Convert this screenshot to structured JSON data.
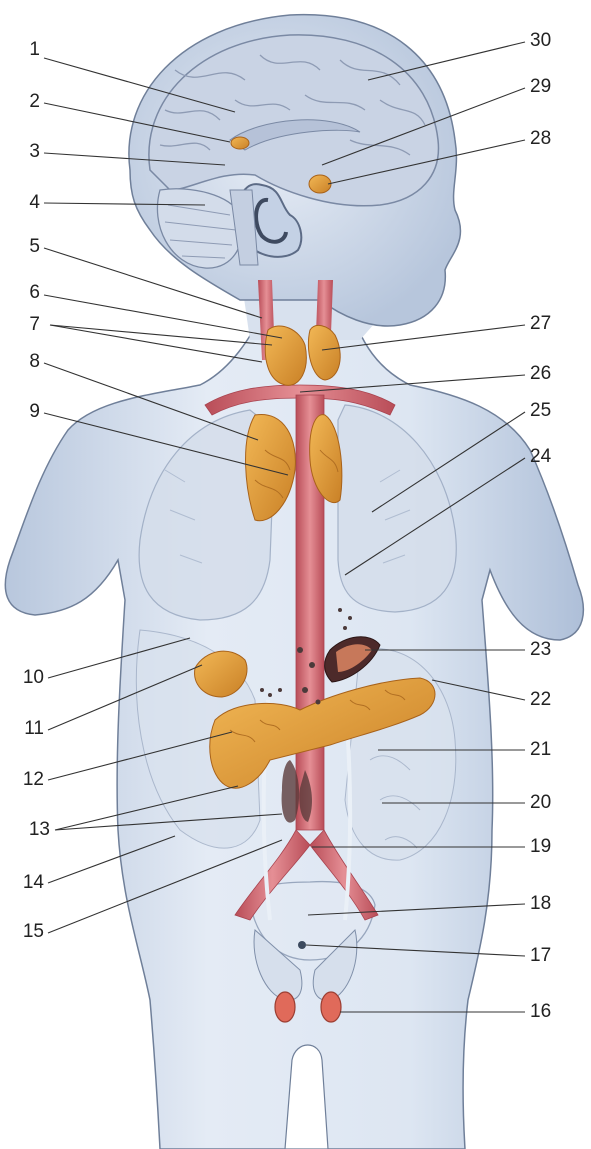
{
  "figure": {
    "left_labels": [
      "1",
      "2",
      "3",
      "4",
      "5",
      "6",
      "7",
      "8",
      "9",
      "10",
      "11",
      "12",
      "13",
      "14",
      "15"
    ],
    "right_labels": [
      "30",
      "29",
      "28",
      "27",
      "26",
      "25",
      "24",
      "23",
      "22",
      "21",
      "20",
      "19",
      "18",
      "17",
      "16"
    ]
  },
  "colors": {
    "skin": "#dfe7f3",
    "skin_shadow": "#b9c8de",
    "outline": "#6f7f99",
    "brain": "#c9d3e4",
    "gland": "#e8a23a",
    "gland_dark": "#b86f1e",
    "vessel": "#d9707a",
    "vessel_dark": "#a8434f",
    "lung": "#d6dfec",
    "testis": "#e06a5a",
    "leader": "#333333"
  }
}
